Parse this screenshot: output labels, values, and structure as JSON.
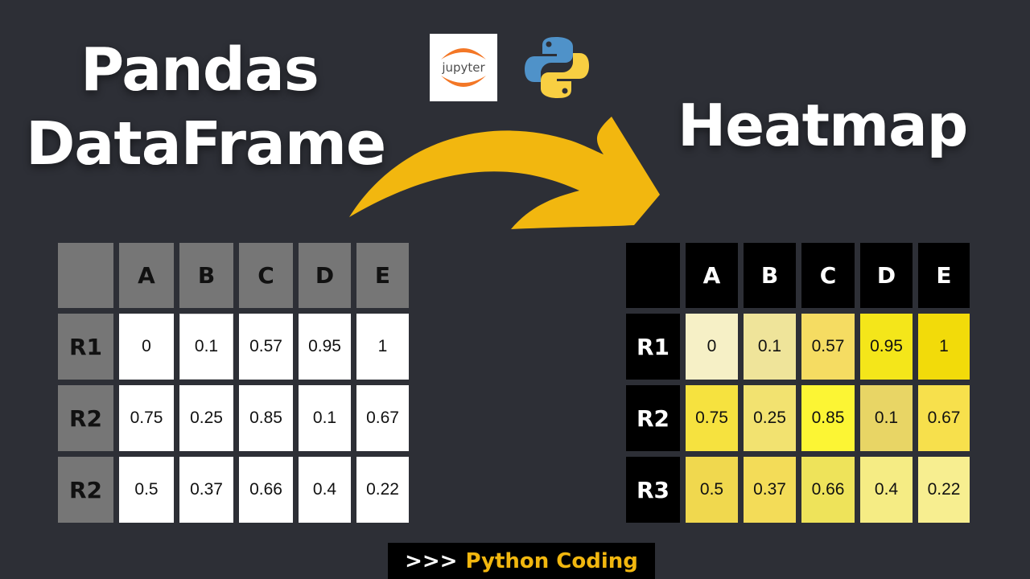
{
  "titles": {
    "left_line1": "Pandas",
    "left_line2": "DataFrame",
    "right": "Heatmap"
  },
  "logos": [
    {
      "name": "jupyter-logo",
      "text": "jupyter"
    },
    {
      "name": "python-logo"
    }
  ],
  "banner": {
    "prompt": ">>>",
    "text": "Python Coding"
  },
  "colors": {
    "background": "#2d2f36",
    "arrow": "#f2b70f",
    "brand": "#f2b70f",
    "df_header": "#767676",
    "heat_header": "#000000"
  },
  "dataframe": {
    "columns": [
      "A",
      "B",
      "C",
      "D",
      "E"
    ],
    "rows": [
      {
        "label": "R1",
        "values": [
          "0",
          "0.1",
          "0.57",
          "0.95",
          "1"
        ]
      },
      {
        "label": "R2",
        "values": [
          "0.75",
          "0.25",
          "0.85",
          "0.1",
          "0.67"
        ]
      },
      {
        "label": "R2",
        "values": [
          "0.5",
          "0.37",
          "0.66",
          "0.4",
          "0.22"
        ]
      }
    ]
  },
  "chart_data": {
    "type": "heatmap",
    "title": "Heatmap",
    "x": [
      "A",
      "B",
      "C",
      "D",
      "E"
    ],
    "y": [
      "R1",
      "R2",
      "R3"
    ],
    "values": [
      [
        0,
        0.1,
        0.57,
        0.95,
        1
      ],
      [
        0.75,
        0.25,
        0.85,
        0.1,
        0.67
      ],
      [
        0.5,
        0.37,
        0.66,
        0.4,
        0.22
      ]
    ],
    "cell_colors": [
      [
        "#f6f0c6",
        "#efe49a",
        "#f5dc62",
        "#f4e61a",
        "#f2db0a"
      ],
      [
        "#f6e23f",
        "#f2e270",
        "#fcf534",
        "#e8d565",
        "#f7e04c"
      ],
      [
        "#f0d84e",
        "#f3dc58",
        "#eee35a",
        "#f5ec84",
        "#f7ee90"
      ]
    ]
  }
}
